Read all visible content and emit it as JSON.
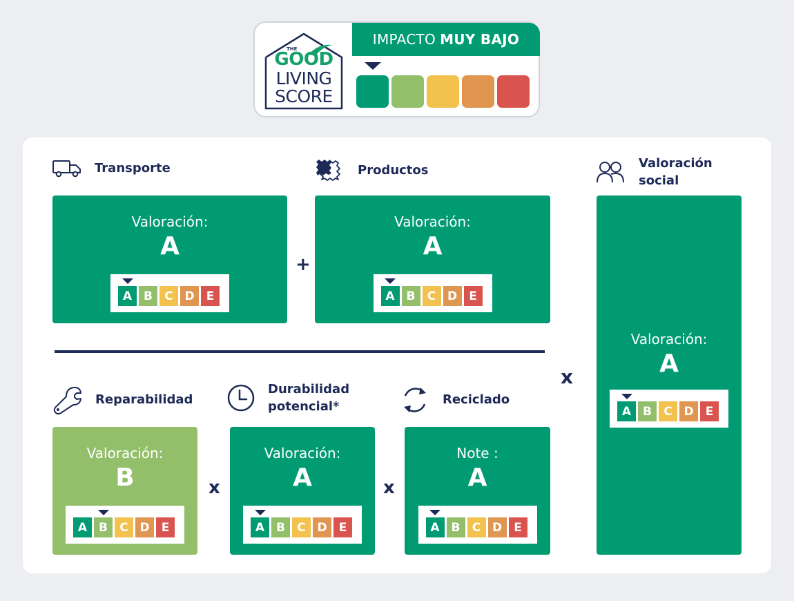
{
  "logo": {
    "the": "THE",
    "line1": "GOOD",
    "line2": "LIVING",
    "line3": "SCORE"
  },
  "impact": {
    "prefix": "IMPACTO",
    "level": "MUY BAJO",
    "pointer_index": 0,
    "scale_colors": [
      "#009b72",
      "#93bf6a",
      "#f2c14e",
      "#e09550",
      "#d9534f"
    ]
  },
  "grade_scale": {
    "letters": [
      "A",
      "B",
      "C",
      "D",
      "E"
    ],
    "colors": [
      "#009b72",
      "#93bf6a",
      "#f2c14e",
      "#e09550",
      "#d9534f"
    ]
  },
  "sections": {
    "transporte": {
      "title": "Transporte",
      "label": "Valoración:",
      "grade": "A",
      "pointer_index": 0,
      "icon": "truck-icon"
    },
    "productos": {
      "title": "Productos",
      "label": "Valoración:",
      "grade": "A",
      "pointer_index": 0,
      "icon": "fabric-icon"
    },
    "social": {
      "title_line1": "Valoración",
      "title_line2": "social",
      "label": "Valoración:",
      "grade": "A",
      "pointer_index": 0,
      "icon": "people-icon"
    },
    "reparabilidad": {
      "title": "Reparabilidad",
      "label": "Valoración:",
      "grade": "B",
      "pointer_index": 1,
      "icon": "wrench-icon"
    },
    "durabilidad": {
      "title_line1": "Durabilidad",
      "title_line2": "potencial*",
      "label": "Valoración:",
      "grade": "A",
      "pointer_index": 0,
      "icon": "clock-icon"
    },
    "reciclado": {
      "title": "Reciclado",
      "label": "Note :",
      "grade": "A",
      "pointer_index": 0,
      "icon": "recycle-icon"
    }
  },
  "operators": {
    "plus": "+",
    "times": "x"
  },
  "colors": {
    "brand_green": "#009b72",
    "light_green": "#93bf6a",
    "navy": "#1d2a57"
  }
}
